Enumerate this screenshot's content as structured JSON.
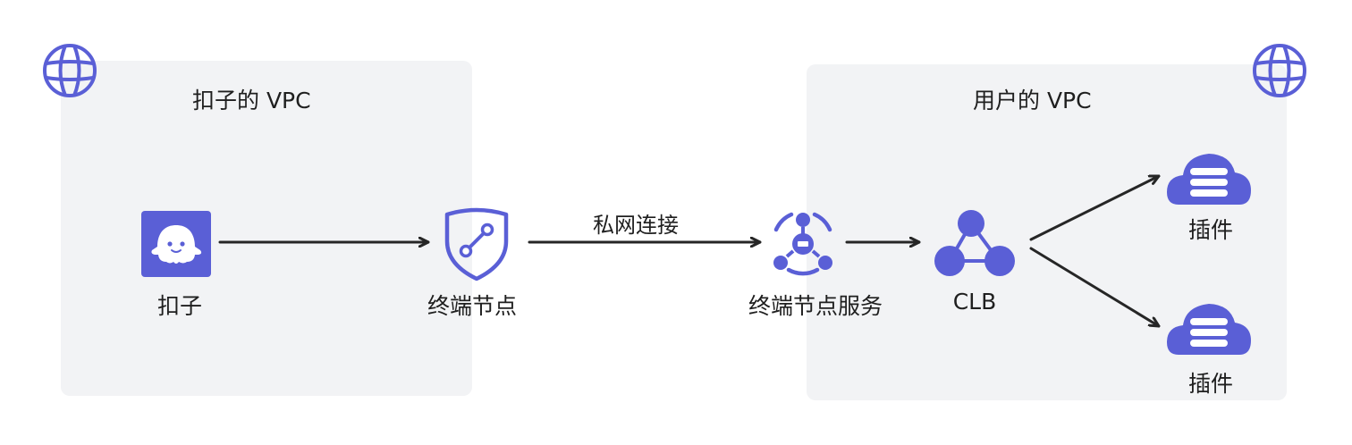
{
  "vpcs": {
    "left": {
      "title": "扣子的 VPC"
    },
    "right": {
      "title": "用户的 VPC"
    }
  },
  "nodes": {
    "coze": {
      "label": "扣子",
      "icon": "ghost-icon"
    },
    "endpoint": {
      "label": "终端节点",
      "icon": "shield-link-icon"
    },
    "endpoint_service": {
      "label": "终端节点服务",
      "icon": "hub-icon"
    },
    "clb": {
      "label": "CLB",
      "icon": "triangle-network-icon"
    },
    "plugin_top": {
      "label": "插件",
      "icon": "cloud-server-icon"
    },
    "plugin_bottom": {
      "label": "插件",
      "icon": "cloud-server-icon"
    }
  },
  "edges": {
    "private_link": {
      "label": "私网连接"
    }
  },
  "colors": {
    "accent": "#5a5fd6",
    "vpc_bg": "#f2f3f5",
    "line": "#262626"
  }
}
